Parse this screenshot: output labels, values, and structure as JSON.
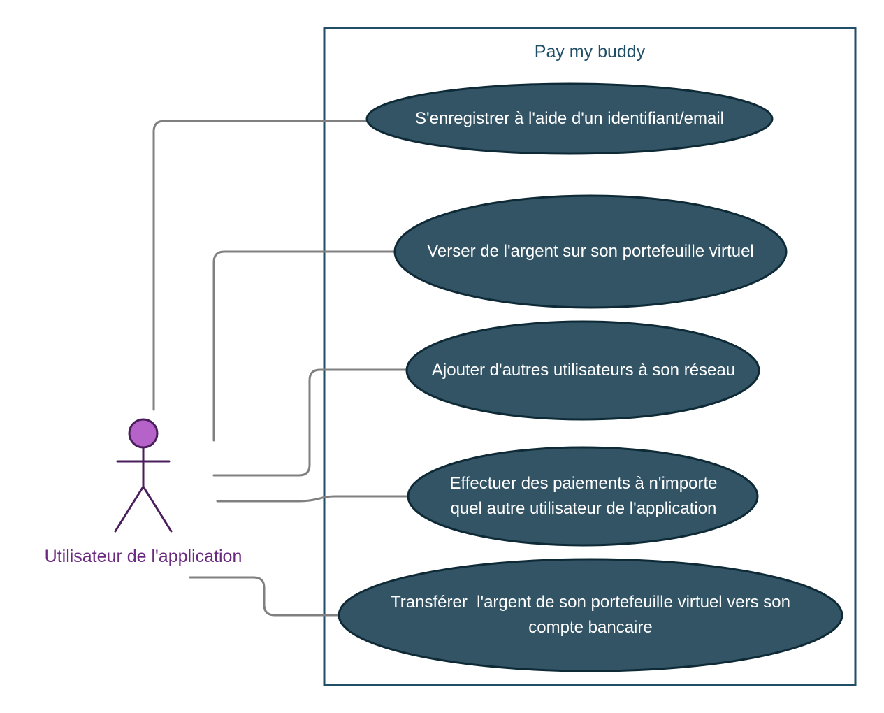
{
  "system": {
    "title": "Pay my buddy"
  },
  "actor": {
    "label": "Utilisateur de l'application"
  },
  "use_cases": [
    {
      "line1": "S'enregistrer à l'aide d'un identifiant/email",
      "line2": ""
    },
    {
      "line1": "Verser de l'argent sur son portefeuille virtuel",
      "line2": ""
    },
    {
      "line1": "Ajouter d'autres utilisateurs à son réseau",
      "line2": ""
    },
    {
      "line1": "Effectuer des paiements à n'importe",
      "line2": "quel autre utilisateur de l'application"
    },
    {
      "line1": "Transférer  l'argent de son portefeuille virtuel vers son",
      "line2": "compte bancaire"
    }
  ],
  "colors": {
    "use_case_fill": "#335465",
    "system_border": "#1f4e66",
    "actor_color": "#6a2a80",
    "actor_head": "#b563c9",
    "connector": "#808080"
  }
}
